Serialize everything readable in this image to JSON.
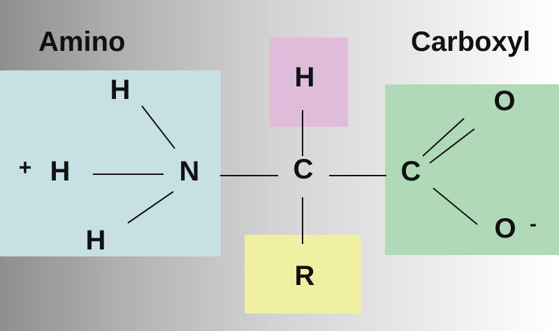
{
  "groups": {
    "amino": {
      "title": "Amino",
      "color": "#c7e0e3"
    },
    "carboxyl": {
      "title": "Carboxyl",
      "color": "#b0d9b8"
    },
    "hydrogen_side": {
      "color": "#dfbdda"
    },
    "r_group": {
      "color": "#f0f0a3"
    }
  },
  "atoms": {
    "h_amino_top": "H",
    "h_amino_left": "H",
    "h_amino_bottom": "H",
    "n": "N",
    "c_alpha": "C",
    "h_alpha": "H",
    "r": "R",
    "c_carboxyl": "C",
    "o_double": "O",
    "o_single": "O"
  },
  "charges": {
    "amino_positive": "+",
    "oxygen_negative": "-"
  }
}
